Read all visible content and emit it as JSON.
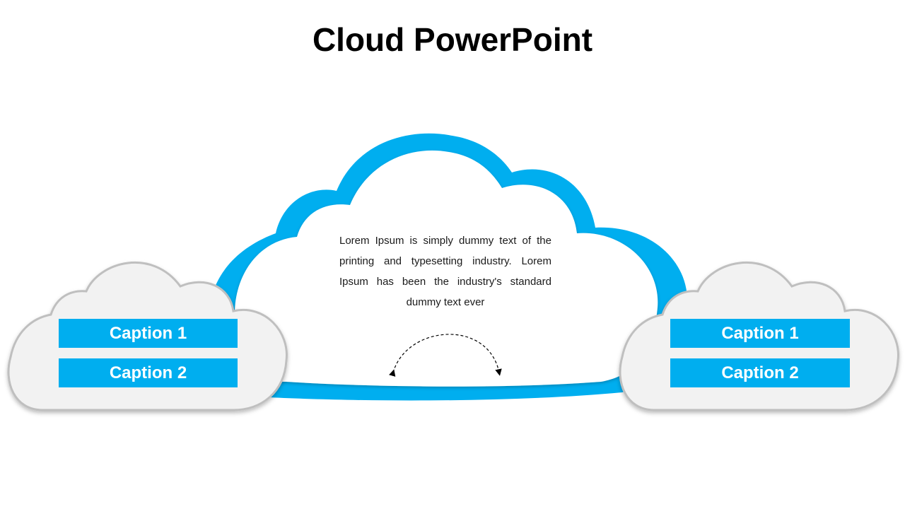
{
  "title": "Cloud PowerPoint",
  "colors": {
    "accent": "#00AEEF",
    "cloud_fill": "#F2F2F2",
    "cloud_outline": "#BFBFBF",
    "caption_text": "#FFFFFF"
  },
  "center_cloud": {
    "text": "Lorem Ipsum is simply dummy text of the printing and typesetting industry.  Lorem Ipsum has been the industry's standard dummy text ever",
    "icon": "curved-double-arrow-icon"
  },
  "left_cloud": {
    "captions": [
      "Caption 1",
      "Caption 2"
    ]
  },
  "right_cloud": {
    "captions": [
      "Caption 1",
      "Caption 2"
    ]
  }
}
